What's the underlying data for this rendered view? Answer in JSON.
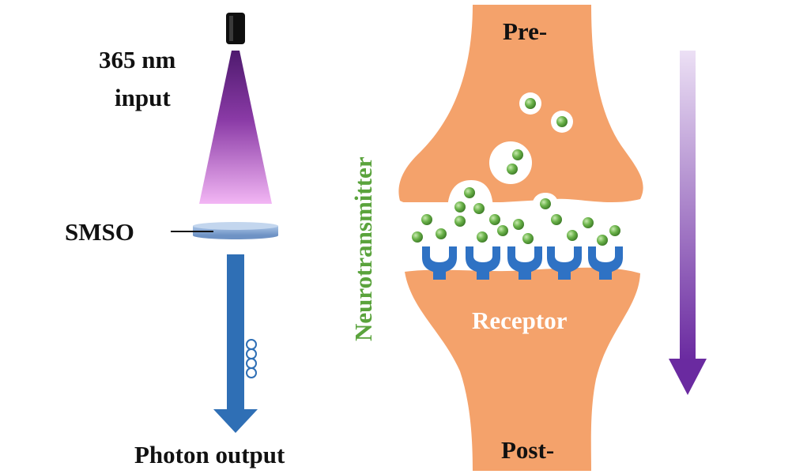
{
  "source": {
    "wavelength_label": "365 nm",
    "input_label": "input",
    "beam_colors": [
      "#4e1a6e",
      "#8a3aa6",
      "#f2b6f4"
    ]
  },
  "sample": {
    "label": "SMSO",
    "color": "#8fb0d8"
  },
  "output": {
    "label": "Photon output",
    "arrow_color": "#2f6fb5"
  },
  "synapse": {
    "pre_label": "Pre-",
    "post_label": "Post-",
    "receptor_label": "Receptor",
    "neurotransmitter_label": "Neurotransmitter",
    "neuron_color": "#f4a26b",
    "receptor_color": "#2f72c4",
    "vesicle_particle_color": "#5aa33c",
    "arrow_colors": [
      "#e6d4f2",
      "#6a2aa0"
    ]
  }
}
